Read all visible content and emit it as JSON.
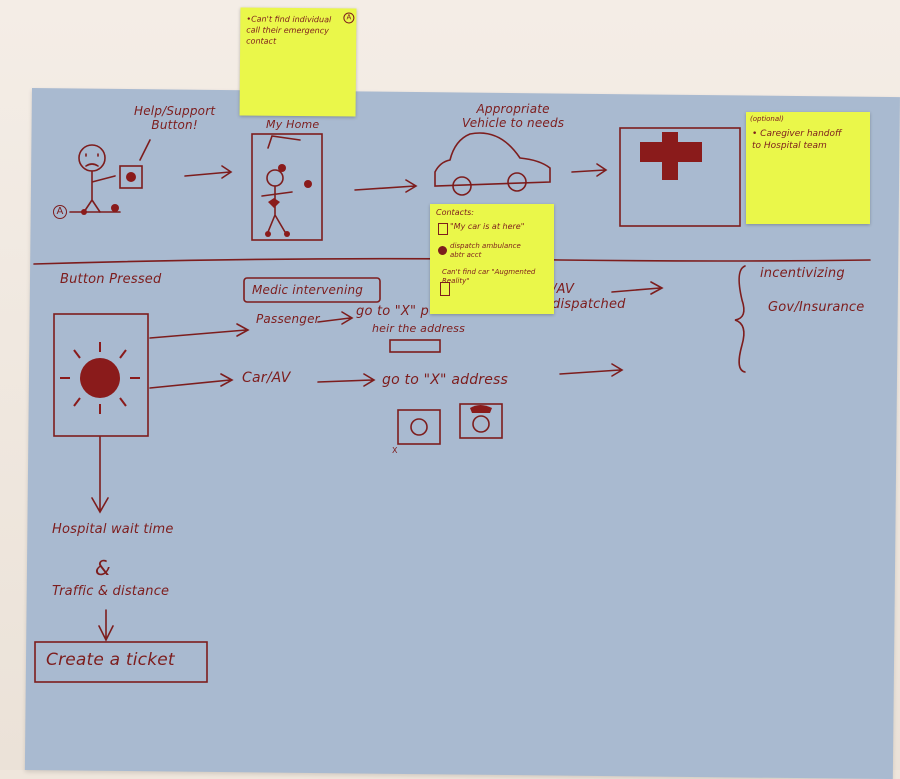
{
  "sticky_top": {
    "text": "•Can't find individual\ncall their emergency\ncontact",
    "badge": "A"
  },
  "sticky_right": {
    "header": "(optional)",
    "text": "• Caregiver handoff\nto Hospital team"
  },
  "sticky_mid": {
    "title": "Contacts:",
    "line1": "\"My car is at here\"",
    "line2": "dispatch ambulance\nabtr acct",
    "line3": "Can't find car \"Augmented\nReality\""
  },
  "labels": {
    "help_button": "Help/Support\nButton!",
    "person_badge": "A",
    "my_home": "My Home",
    "vehicle": "Appropriate\nVehicle to needs",
    "button_pressed": "Button Pressed",
    "medic_intervening": "Medic intervening",
    "passenger": "Passenger",
    "go_to_passenger": "go to \"X\" p",
    "heir_address": "heir the address",
    "av_dispatched": "/AV\ndispatched",
    "car_av": "Car/AV",
    "go_to_address": "go to \"X\" address",
    "x_mark": "X",
    "incentivizing": "incentivizing",
    "gov_insurance": "Gov/Insurance",
    "hospital_wait": "Hospital wait time",
    "and_symbol": "&",
    "traffic_distance": "Traffic & distance",
    "create_ticket": "Create a ticket"
  },
  "colors": {
    "ink": "#7d1d1d",
    "paper": "#a9bad0",
    "sticky": "#eaf74a",
    "wall": "#efe6dc"
  }
}
